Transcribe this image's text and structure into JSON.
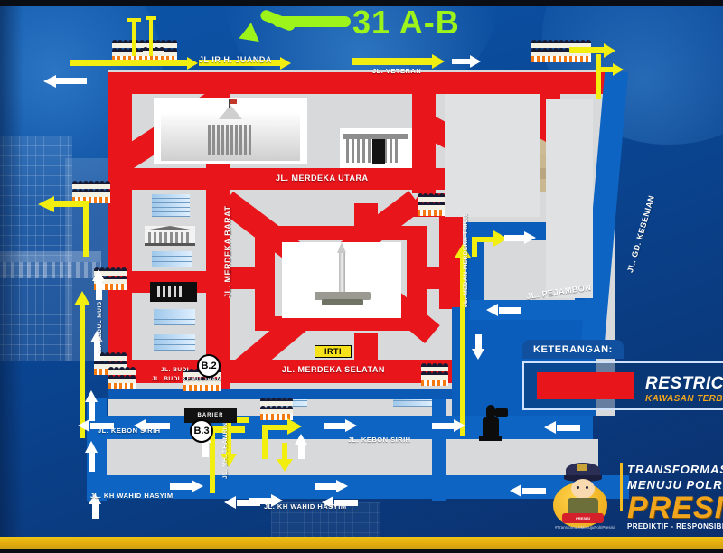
{
  "annotation": {
    "label": "31 A-B",
    "color": "#9cf41b",
    "arrow": "green-arrow-pointing-down-left"
  },
  "map": {
    "title_hidden": "",
    "streets": [
      {
        "name": "JL IR H. JUANDA",
        "id": "jl-ir-h-juanda"
      },
      {
        "name": "JL. VETERAN",
        "id": "jl-veteran"
      },
      {
        "name": "JL. MERDEKA UTARA",
        "id": "jl-merdeka-utara"
      },
      {
        "name": "JL. MERDEKA BARAT",
        "id": "jl-merdeka-barat"
      },
      {
        "name": "JL. MEDAN MERDEKA TIMUR",
        "id": "jl-medan-merdeka-timur"
      },
      {
        "name": "JL. MERDEKA SELATAN",
        "id": "jl-merdeka-selatan"
      },
      {
        "name": "JL. GD. KESENIAN",
        "id": "jl-gd-kesenian"
      },
      {
        "name": "JL. PEJAMBON",
        "id": "jl-pejambon"
      },
      {
        "name": "JL. ABDUL MUIS",
        "id": "jl-abdul-muis"
      },
      {
        "name": "JL. BUDI KEMULIAAN",
        "id": "jl-budi-kemuliaan"
      },
      {
        "name": "JL. KEBON SIRIH",
        "id": "jl-kebon-sirih-left"
      },
      {
        "name": "JL. KEBON SIRIH",
        "id": "jl-kebon-sirih-right"
      },
      {
        "name": "JL. KH WAHID HASYIM",
        "id": "jl-kh-wahid-hasyim-left"
      },
      {
        "name": "JL. KH WAHID HASYIM",
        "id": "jl-kh-wahid-hasyim-right"
      },
      {
        "name": "JL. MH. THAMRIN",
        "id": "jl-mh-thamrin"
      }
    ],
    "markers": {
      "irti": "IRTI",
      "post_b2": "B.2",
      "post_b3": "B.3",
      "barrier_label": "BARIER"
    },
    "colors": {
      "restricted_red": "#e8151b",
      "road_blue": "#0d64c2",
      "block_gray": "#d7d9db",
      "arrow_yellow": "#f2ee10",
      "arrow_white": "#ffffff",
      "badge_yellow": "#f5e21a"
    }
  },
  "legend": {
    "heading": "KETERANGAN:",
    "items": [
      {
        "swatch_color": "#e8151b",
        "label_en": "RESTRICTED",
        "label_id": "KAWASAN TERBATAS"
      }
    ]
  },
  "branding": {
    "line1": "TRANSFORMASI",
    "line2": "MENUJU POLRI YANG",
    "big": "PRESISI",
    "subtitle": "PREDIKTIF - RESPONSIBILITAS - TRANSPARANSI",
    "tag": "#TransformasiMenujuPolriPresisi",
    "mascot_ribbon": "PRESISI"
  }
}
